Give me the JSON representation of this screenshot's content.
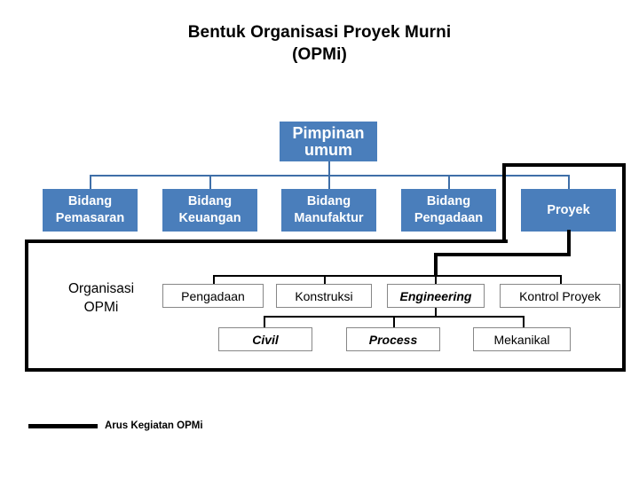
{
  "title": {
    "line1": "Bentuk Organisasi Proyek Murni",
    "line2": "(OPMi)"
  },
  "colors": {
    "box_fill": "#4a7ebb",
    "box_text": "#ffffff",
    "blue_connector": "#3f6fa8",
    "white_box_border": "#878787",
    "flow_line": "#000000",
    "background": "#ffffff"
  },
  "org_chart": {
    "type": "organizational-hierarchy",
    "root": {
      "label": "Pimpinan\numum",
      "style": "blue"
    },
    "divisions": [
      {
        "label": "Bidang\nPemasaran",
        "style": "blue"
      },
      {
        "label": "Bidang\nKeuangan",
        "style": "blue"
      },
      {
        "label": "Bidang\nManufaktur",
        "style": "blue"
      },
      {
        "label": "Bidang\nPengadaan",
        "style": "blue"
      },
      {
        "label": "Proyek",
        "style": "blue"
      }
    ],
    "project_group_label": "Organisasi\nOPMi",
    "project_functions": [
      {
        "label": "Pengadaan",
        "style": "plain"
      },
      {
        "label": "Konstruksi",
        "style": "plain"
      },
      {
        "label": "Engineering",
        "style": "italic"
      },
      {
        "label": "Kontrol Proyek",
        "style": "plain"
      }
    ],
    "engineering_subfunctions": [
      {
        "label": "Civil",
        "style": "italic"
      },
      {
        "label": "Process",
        "style": "italic"
      },
      {
        "label": "Mekanikal",
        "style": "plain"
      }
    ]
  },
  "legend": {
    "items": [
      {
        "label": "Arus Kegiatan OPMi",
        "marker": "thick-black-line"
      }
    ]
  }
}
